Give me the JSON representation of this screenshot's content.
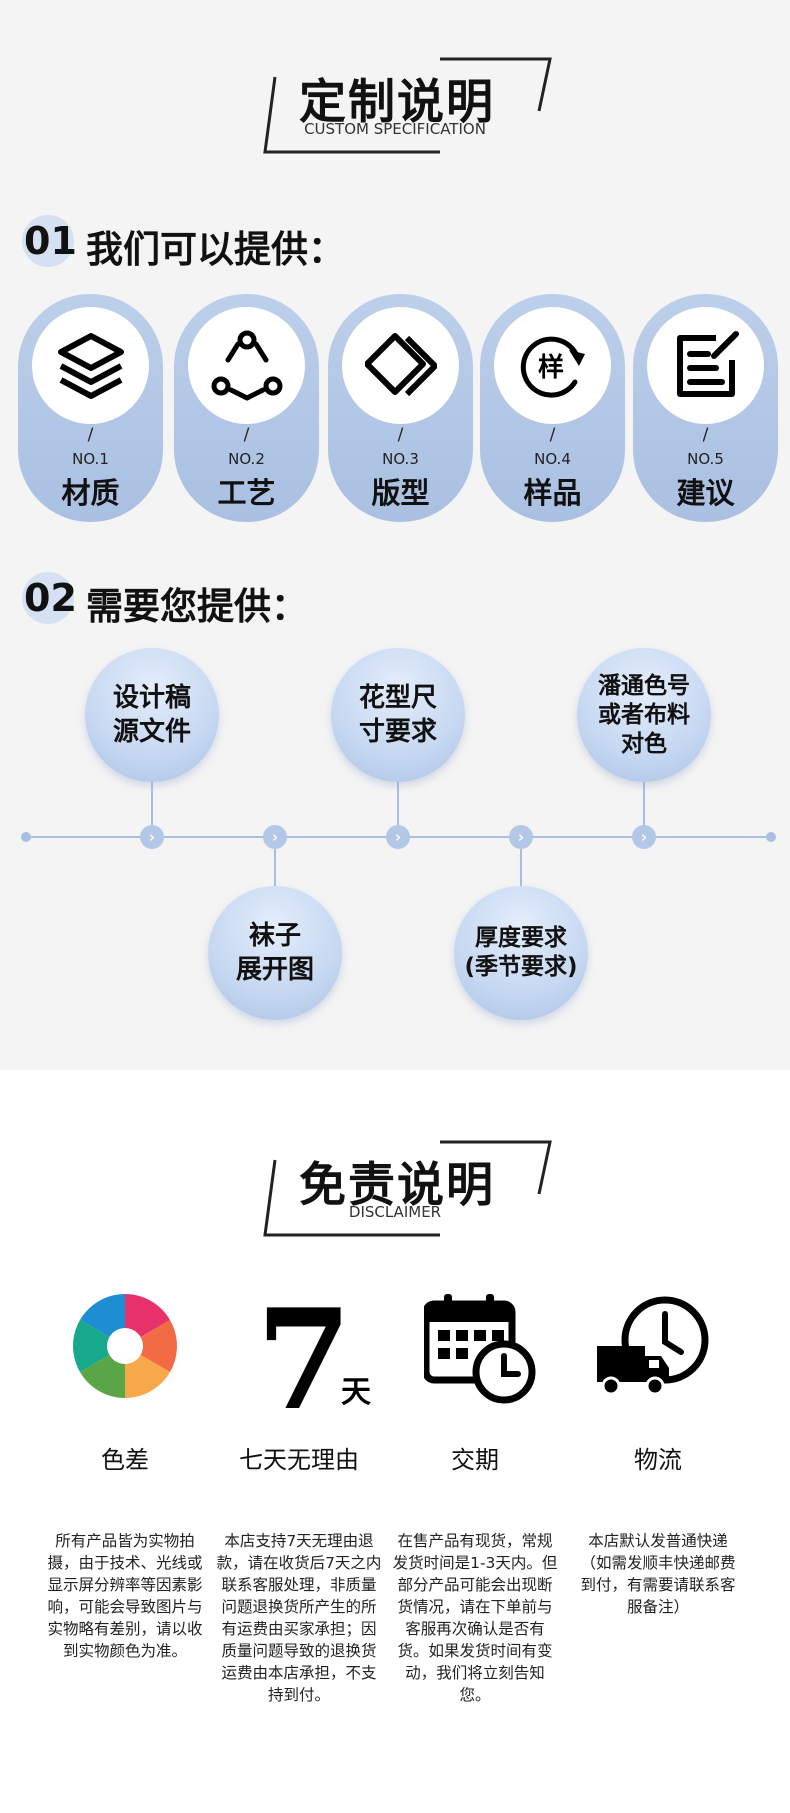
{
  "custom_section": {
    "title": "定制说明",
    "subtitle": "CUSTOM SPECIFICATION",
    "provide": {
      "number": "01",
      "heading": "我们可以提供：",
      "items": [
        {
          "no": "NO.1",
          "label": "材质",
          "icon": "layers-icon"
        },
        {
          "no": "NO.2",
          "label": "工艺",
          "icon": "cycle-icon"
        },
        {
          "no": "NO.3",
          "label": "版型",
          "icon": "shapes-icon"
        },
        {
          "no": "NO.4",
          "label": "样品",
          "icon": "sample-icon"
        },
        {
          "no": "NO.5",
          "label": "建议",
          "icon": "note-edit-icon"
        }
      ],
      "slash": "/"
    },
    "need": {
      "number": "02",
      "heading": "需要您提供：",
      "items": [
        {
          "label": "设计稿\n源文件"
        },
        {
          "label": "袜子\n展开图"
        },
        {
          "label": "花型尺\n寸要求"
        },
        {
          "label": "厚度要求\n(季节要求)"
        },
        {
          "label": "潘通色号\n或者布料\n对色"
        }
      ]
    }
  },
  "disclaimer_section": {
    "title": "免责说明",
    "subtitle": "DISCLAIMER",
    "items": [
      {
        "title": "色差",
        "icon": "color-wheel-icon",
        "text": "所有产品皆为实物拍摄，由于技术、光线或显示屏分辨率等因素影响，可能会导致图片与实物略有差别，请以收到实物颜色为准。"
      },
      {
        "title": "七天无理由",
        "icon": "seven-days-icon",
        "big": "7",
        "small": "天",
        "text": "本店支持7天无理由退款，请在收货后7天之内联系客服处理，非质量问题退换货所产生的所有运费由买家承担；因质量问题导致的退换货运费由本店承担，不支持到付。"
      },
      {
        "title": "交期",
        "icon": "calendar-clock-icon",
        "text": "在售产品有现货，常规发货时间是1-3天内。但部分产品可能会出现断货情况，请在下单前与客服再次确认是否有货。如果发货时间有变动，我们将立刻告知您。"
      },
      {
        "title": "物流",
        "icon": "delivery-truck-icon",
        "text": "本店默认发普通快递（如需发顺丰快递邮费到付，有需要请联系客服备注）"
      }
    ]
  },
  "colors": {
    "accent": "#a9c0e2",
    "accent_light": "#d5e1f2",
    "bg_top": "#f4f4f4",
    "bg_bottom": "#ffffff"
  }
}
